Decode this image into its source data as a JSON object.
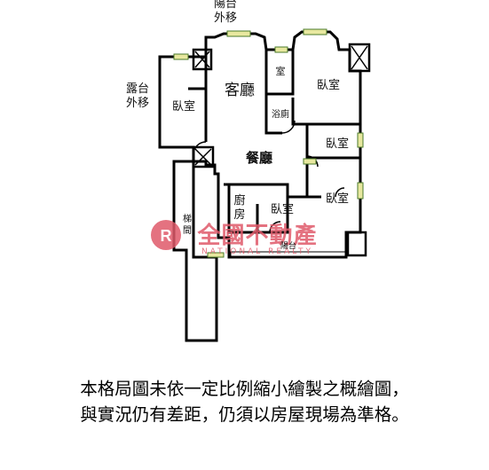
{
  "labels": {
    "balcony_top": [
      "陽台",
      "外移"
    ],
    "balcony_left": [
      "露台",
      "外移"
    ],
    "living_room": "客廳",
    "dining_room": "餐廳",
    "bedroom_left": "臥室",
    "bedroom_top_right": "臥室",
    "bedroom_mid_right": "臥室",
    "bedroom_lower_right": "臥室",
    "bedroom_center": "臥室",
    "bathroom_top": "室",
    "bathroom_mid": "浴廁",
    "kitchen": [
      "廚",
      "房"
    ],
    "corridor": [
      "梯",
      "間"
    ],
    "bottom_balcony": "陽台"
  },
  "watermark": {
    "main": "全國不動產",
    "sub": "NATIONAL REALTY",
    "color": "#e05a6a"
  },
  "disclaimer": {
    "line1": "本格局圖未依一定比例縮小繪製之概繪圖，",
    "line2": "與實況仍有差距，仍須以房屋現場為準格。"
  }
}
